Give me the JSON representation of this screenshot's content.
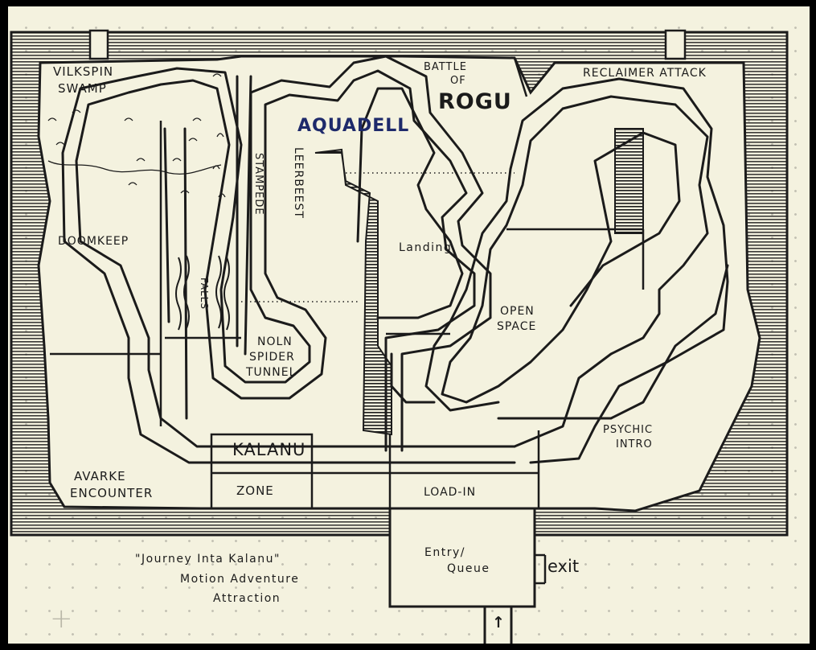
{
  "title": {
    "line1": "\"Journey Inta Kalanu\"",
    "line2": "Motion Adventure",
    "line3": "Attraction"
  },
  "areas": {
    "vilkspin_swamp": {
      "line1": "Vilkspin",
      "line2": "Swamp"
    },
    "battle_of_rogu": {
      "line1": "Battle",
      "line2": "of",
      "line3": "Rogu"
    },
    "reclaimer_attack": "Reclaimer Attack",
    "aquadell": "Aquadell",
    "stampede": "Stampede",
    "leerbeest": "Leerbeest",
    "doomkeep": "Doomkeep",
    "falls": "Falls",
    "landing": "Landing",
    "open_space": {
      "line1": "Open",
      "line2": "Space"
    },
    "noln_spider_tunnel": {
      "line1": "Noln",
      "line2": "Spider",
      "line3": "Tunnel"
    },
    "psychic_intro": {
      "line1": "Psychic",
      "line2": "Intro"
    },
    "kalanu": "Kalanu",
    "zone": "Zone",
    "avarke_encounter": {
      "line1": "Avarke",
      "line2": "Encounter"
    },
    "load_in": "Load-In",
    "entry_queue": {
      "line1": "Entry/",
      "line2": "Queue"
    }
  },
  "exit_label": "exit",
  "entrance_arrow": "↑",
  "colors": {
    "paper": "#f4f2df",
    "ink": "#1b1b1b",
    "blue_ink": "#1e2a6b",
    "dot_grid": "#c4c2b4"
  },
  "icons": [
    "entrance-arrow-icon",
    "corner-plus-icon"
  ]
}
